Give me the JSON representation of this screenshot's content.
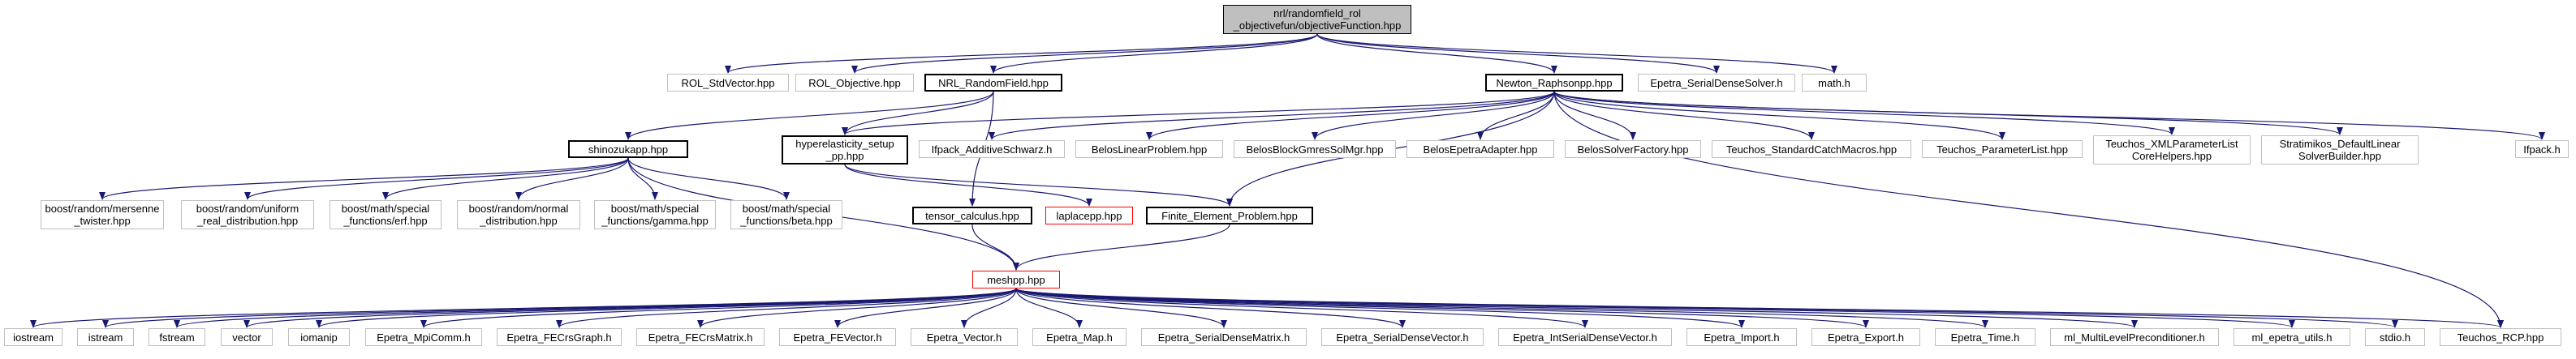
{
  "colors": {
    "edge": "#191970",
    "documented_border": "#000000",
    "external_border": "#bfbfbf",
    "missing_border": "#ff0000",
    "root_fill": "#bfbfbf"
  },
  "nodes": {
    "root": "nrl/randomfield_rol\n_objectivefun/objectiveFunction.hpp",
    "rol_stdvector": "ROL_StdVector.hpp",
    "rol_objective": "ROL_Objective.hpp",
    "nrl_randomfield": "NRL_RandomField.hpp",
    "newton_raphson": "Newton_Raphsonpp.hpp",
    "epetra_serialdensesolver": "Epetra_SerialDenseSolver.h",
    "math_h": "math.h",
    "shinozuka": "shinozukapp.hpp",
    "hyperelasticity": "hyperelasticity_setup\n_pp.hpp",
    "ifpack_additive": "Ifpack_AdditiveSchwarz.h",
    "belos_linearproblem": "BelosLinearProblem.hpp",
    "belos_gmres": "BelosBlockGmresSolMgr.hpp",
    "belos_epetra": "BelosEpetraAdapter.hpp",
    "belos_factory": "BelosSolverFactory.hpp",
    "teuchos_catch": "Teuchos_StandardCatchMacros.hpp",
    "teuchos_paramlist": "Teuchos_ParameterList.hpp",
    "teuchos_xml": "Teuchos_XMLParameterList\nCoreHelpers.hpp",
    "stratimikos": "Stratimikos_DefaultLinear\nSolverBuilder.hpp",
    "ifpack_h": "Ifpack.h",
    "boost_mersenne": "boost/random/mersenne\n_twister.hpp",
    "boost_uniform": "boost/random/uniform\n_real_distribution.hpp",
    "boost_erf": "boost/math/special\n_functions/erf.hpp",
    "boost_normal": "boost/random/normal\n_distribution.hpp",
    "boost_gamma": "boost/math/special\n_functions/gamma.hpp",
    "boost_beta": "boost/math/special\n_functions/beta.hpp",
    "tensor_calculus": "tensor_calculus.hpp",
    "laplacepp": "laplacepp.hpp",
    "finite_element": "Finite_Element_Problem.hpp",
    "meshpp": "meshpp.hpp",
    "iostream": "iostream",
    "istream": "istream",
    "fstream": "fstream",
    "vector": "vector",
    "iomanip": "iomanip",
    "epetra_mpicomm": "Epetra_MpiComm.h",
    "epetra_fecrsgraph": "Epetra_FECrsGraph.h",
    "epetra_fecrsmatrix": "Epetra_FECrsMatrix.h",
    "epetra_fevector": "Epetra_FEVector.h",
    "epetra_vector": "Epetra_Vector.h",
    "epetra_map": "Epetra_Map.h",
    "epetra_sdmatrix": "Epetra_SerialDenseMatrix.h",
    "epetra_sdvector": "Epetra_SerialDenseVector.h",
    "epetra_intsdvector": "Epetra_IntSerialDenseVector.h",
    "epetra_import": "Epetra_Import.h",
    "epetra_export": "Epetra_Export.h",
    "epetra_time": "Epetra_Time.h",
    "ml_multilevel": "ml_MultiLevelPreconditioner.h",
    "ml_epetra_utils": "ml_epetra_utils.h",
    "stdio": "stdio.h",
    "teuchos_rcp": "Teuchos_RCP.hpp"
  }
}
